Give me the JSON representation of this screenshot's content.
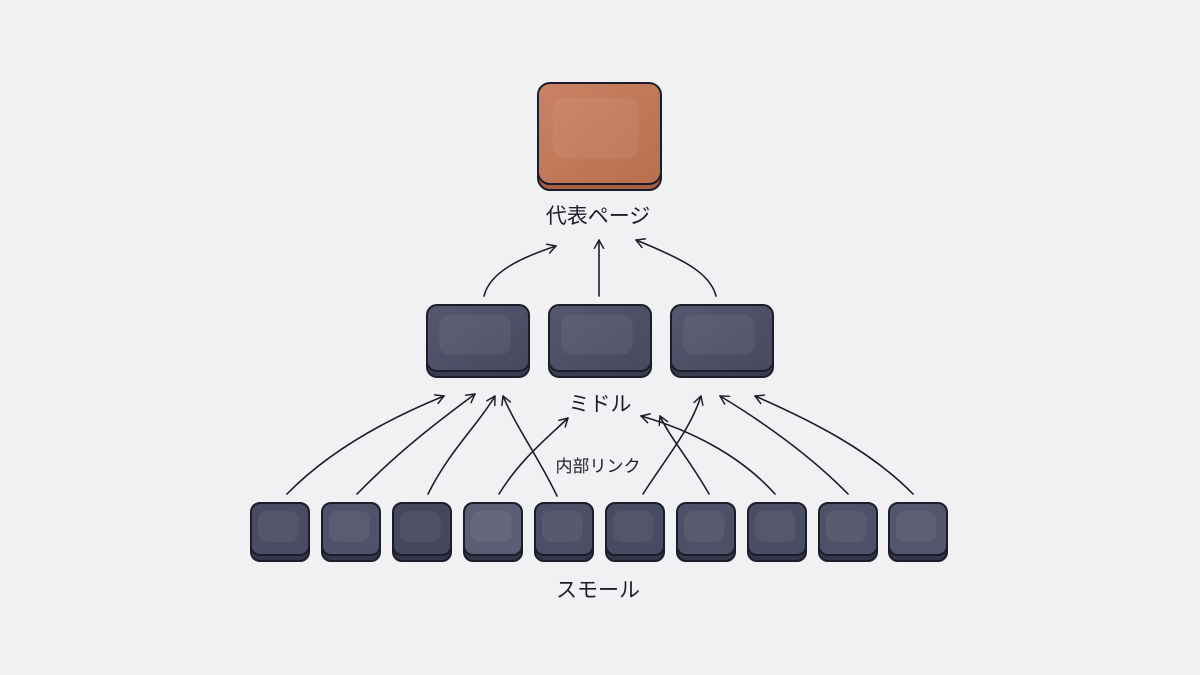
{
  "labels": {
    "top": "代表ページ",
    "middle": "ミドル",
    "links": "内部リンク",
    "small": "スモール"
  },
  "colors": {
    "background": "#f1f1f4",
    "top_fill": "#c47a5a",
    "node_fill": "#4e5068",
    "outline": "#1c1d2b"
  }
}
